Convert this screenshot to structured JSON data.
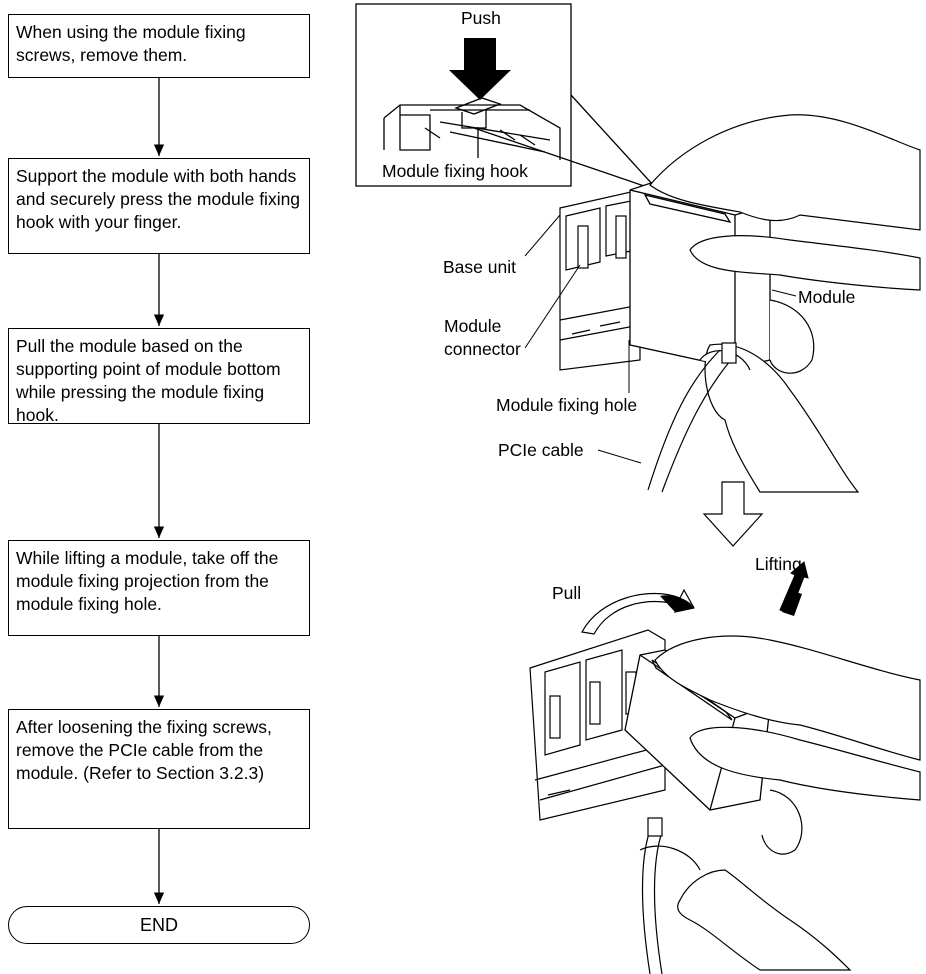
{
  "flow": {
    "steps": [
      "When using the module fixing screws, remove them.",
      "Support the module with both hands and securely press the module fixing hook with your finger.",
      "Pull the module based on the supporting point of module bottom while pressing the module fixing hook.",
      "While lifting a module, take off the module fixing projection from the module fixing hole.",
      "After loosening the fixing screws, remove the PCIe cable from the module. (Refer to Section 3.2.3)"
    ],
    "end": "END"
  },
  "illustration": {
    "push": "Push",
    "module_fixing_hook": "Module fixing hook",
    "base_unit": "Base unit",
    "module": "Module",
    "module_connector": "Module\nconnector",
    "module_fixing_hole": "Module fixing hole",
    "pcie_cable": "PCIe cable",
    "pull": "Pull",
    "lifting": "Lifting"
  }
}
